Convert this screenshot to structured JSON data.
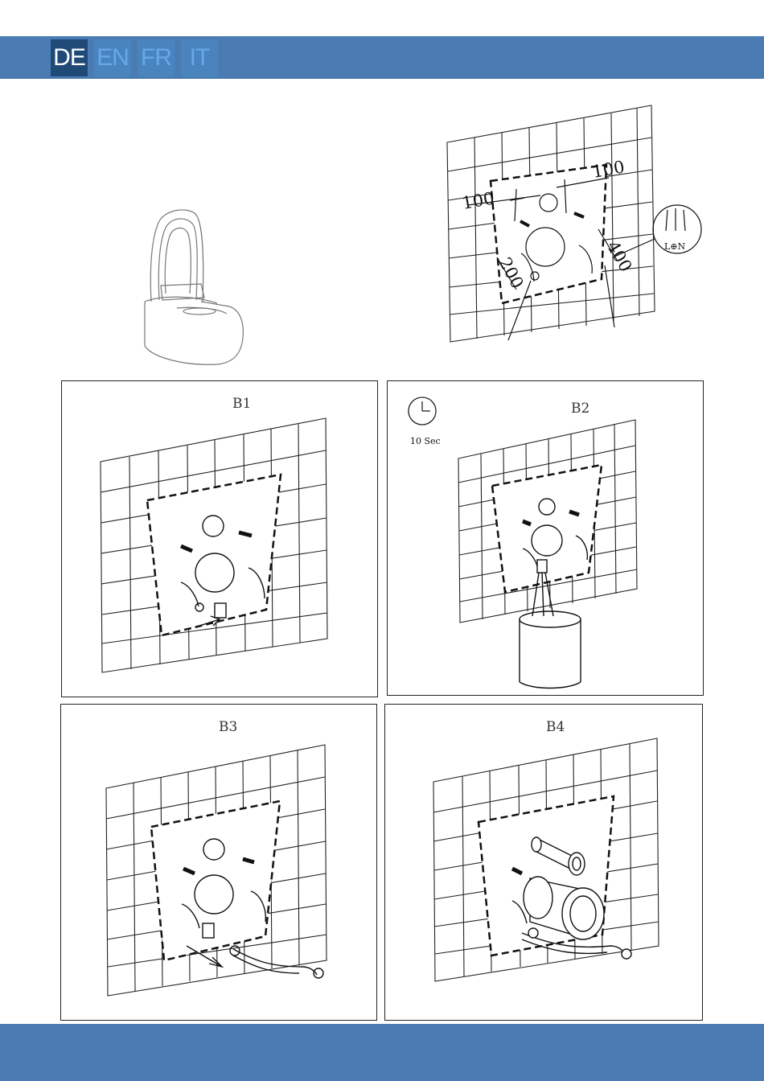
{
  "header": {
    "languages": [
      {
        "code": "DE",
        "active": true
      },
      {
        "code": "EN",
        "active": false
      },
      {
        "code": "FR",
        "active": false
      },
      {
        "code": "IT",
        "active": false
      }
    ]
  },
  "colors": {
    "bar": "#4a7cb3",
    "active_tab": "#1f4a78",
    "inactive_tab": "#4a84bf",
    "inactive_text": "#66a8e8"
  },
  "diagram": {
    "dim_top": "100",
    "dim_left": "100",
    "dim_height_right": "400",
    "dim_height_left": "200",
    "plug_label": "L⊕N"
  },
  "panels": {
    "b1": {
      "title": "B1"
    },
    "b2": {
      "title": "B2",
      "timer_label": "10 Sec"
    },
    "b3": {
      "title": "B3"
    },
    "b4": {
      "title": "B4"
    }
  }
}
